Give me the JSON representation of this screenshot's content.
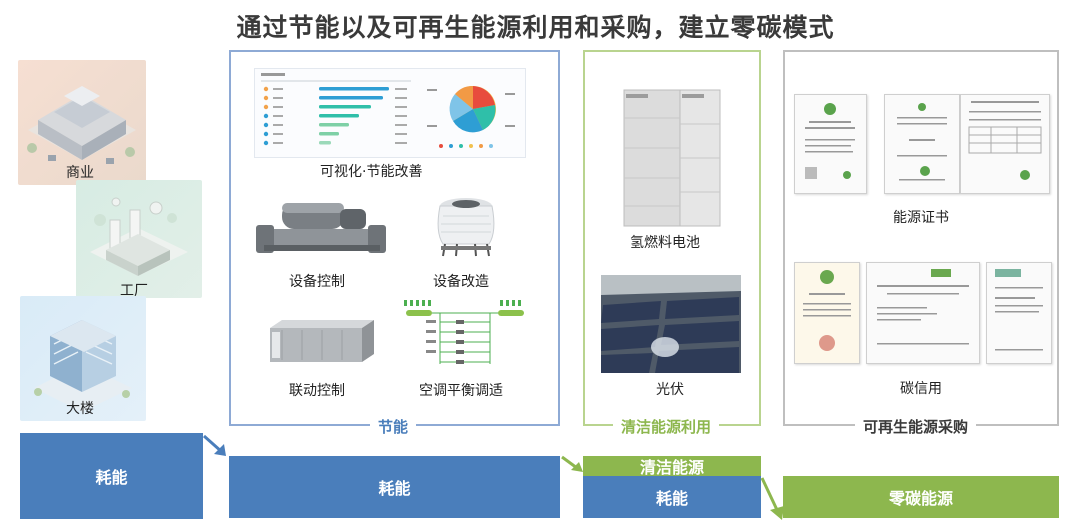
{
  "title": "通过节能以及可再生能源利用和采购，建立零碳模式",
  "left_icons": {
    "commercial": "商业",
    "factory": "工厂",
    "building": "大楼"
  },
  "energy_saving": {
    "section_label": "节能",
    "items": {
      "visualization": "可视化·节能改善",
      "equipment_control": "设备控制",
      "equipment_retrofit": "设备改造",
      "linked_control": "联动控制",
      "ac_balance": "空调平衡调适"
    }
  },
  "clean_energy": {
    "section_label": "清洁能源利用",
    "items": {
      "fuel_cell": "氢燃料电池",
      "pv": "光伏"
    }
  },
  "renewable_purchase": {
    "section_label": "可再生能源采购",
    "items": {
      "energy_certificate": "能源证书",
      "carbon_credit": "碳信用"
    }
  },
  "bars": {
    "bar1": "耗能",
    "bar2": "耗能",
    "bar3_top": "清洁能源",
    "bar3_bottom": "耗能",
    "bar4": "零碳能源"
  },
  "colors": {
    "blue": "#4a7ebb",
    "green": "#8db74e",
    "frame_blue": "#8eaad5",
    "frame_green": "#b9d48f",
    "frame_gray": "#bfbfbf"
  }
}
